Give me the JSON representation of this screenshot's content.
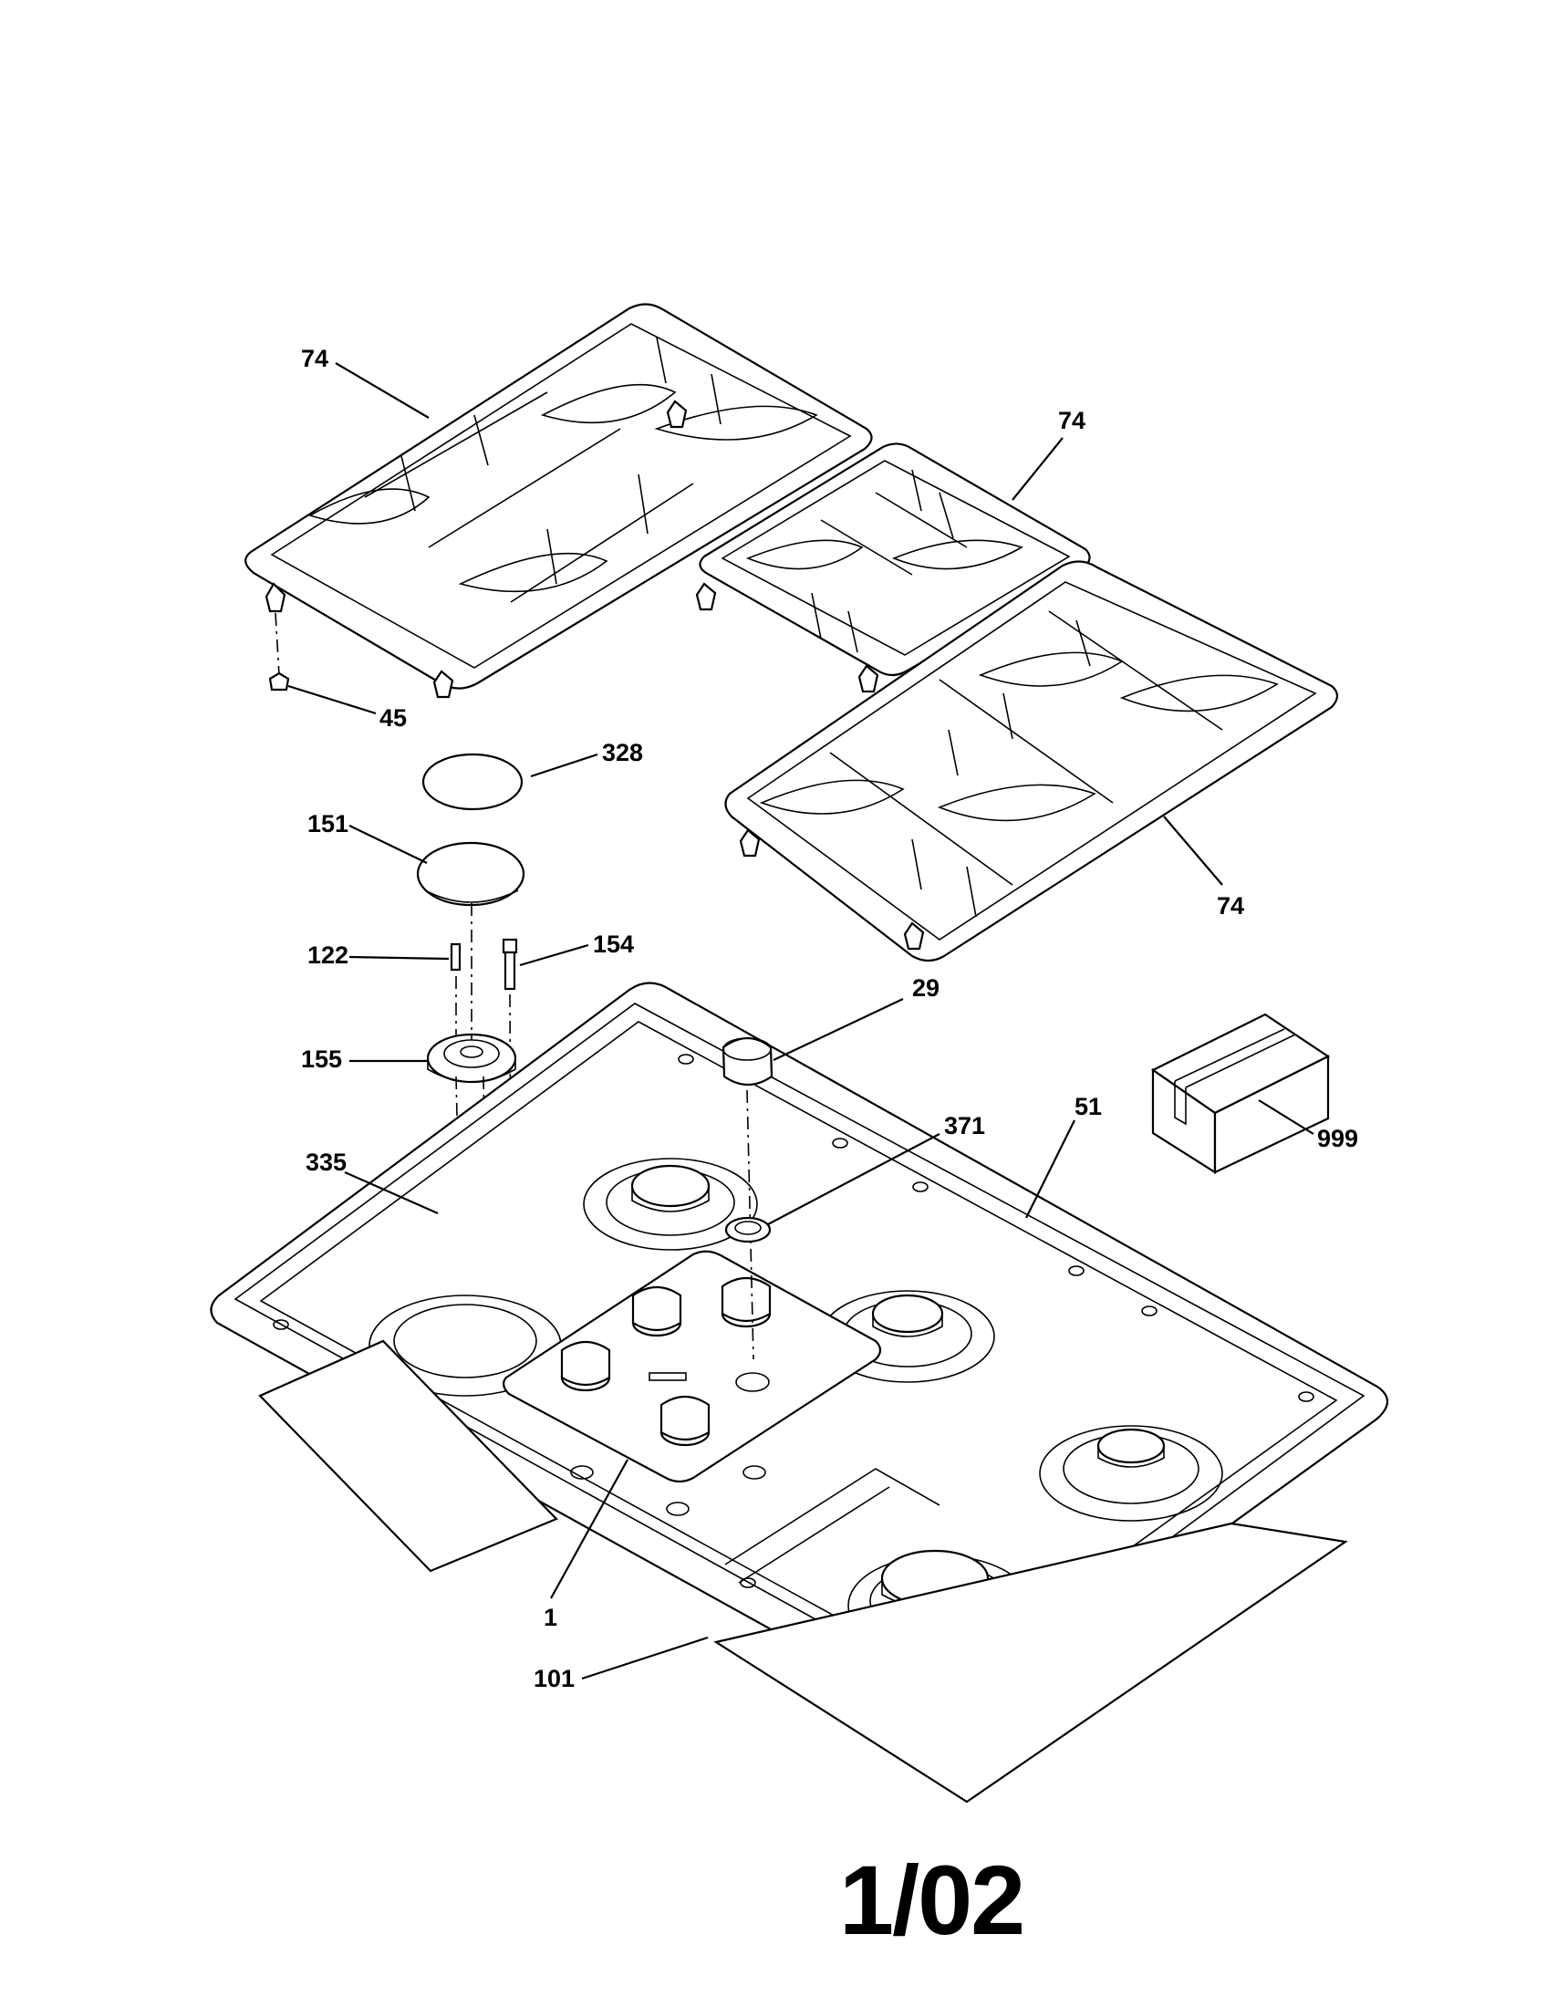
{
  "diagram": {
    "callouts": [
      {
        "id": "grate-top-left",
        "text": "74"
      },
      {
        "id": "grate-middle",
        "text": "74"
      },
      {
        "id": "grate-right",
        "text": "74"
      },
      {
        "id": "foot",
        "text": "45"
      },
      {
        "id": "burner-cap-top",
        "text": "328"
      },
      {
        "id": "burner-cap",
        "text": "151"
      },
      {
        "id": "screw",
        "text": "122"
      },
      {
        "id": "electrode",
        "text": "154"
      },
      {
        "id": "burner-head",
        "text": "155"
      },
      {
        "id": "gasket",
        "text": "335"
      },
      {
        "id": "knob",
        "text": "29"
      },
      {
        "id": "bezel",
        "text": "371"
      },
      {
        "id": "cooktop",
        "text": "51"
      },
      {
        "id": "kit-box",
        "text": "999"
      },
      {
        "id": "control-panel",
        "text": "1"
      },
      {
        "id": "insulation",
        "text": "101"
      }
    ]
  },
  "footer": {
    "page_code": "1/02"
  }
}
